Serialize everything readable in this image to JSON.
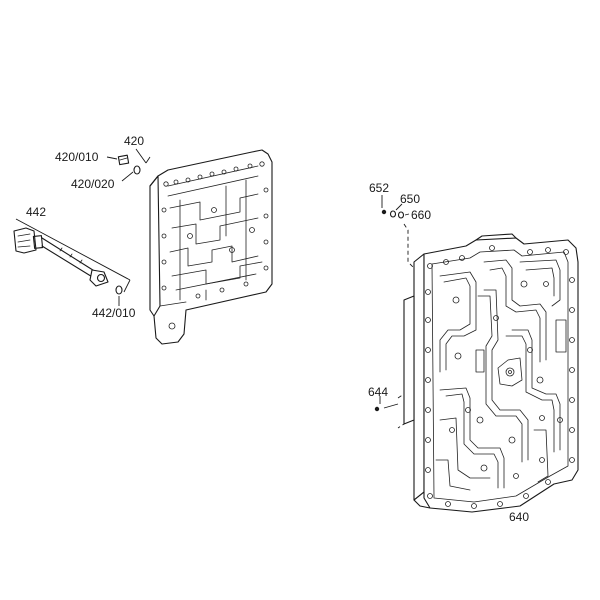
{
  "diagram": {
    "callouts": {
      "c420": "420",
      "c420_010": "420/010",
      "c420_020": "420/020",
      "c442": "442",
      "c442_010": "442/010",
      "c652": "652",
      "c650": "650",
      "c660": "660",
      "c644": "644",
      "c640": "640"
    }
  }
}
